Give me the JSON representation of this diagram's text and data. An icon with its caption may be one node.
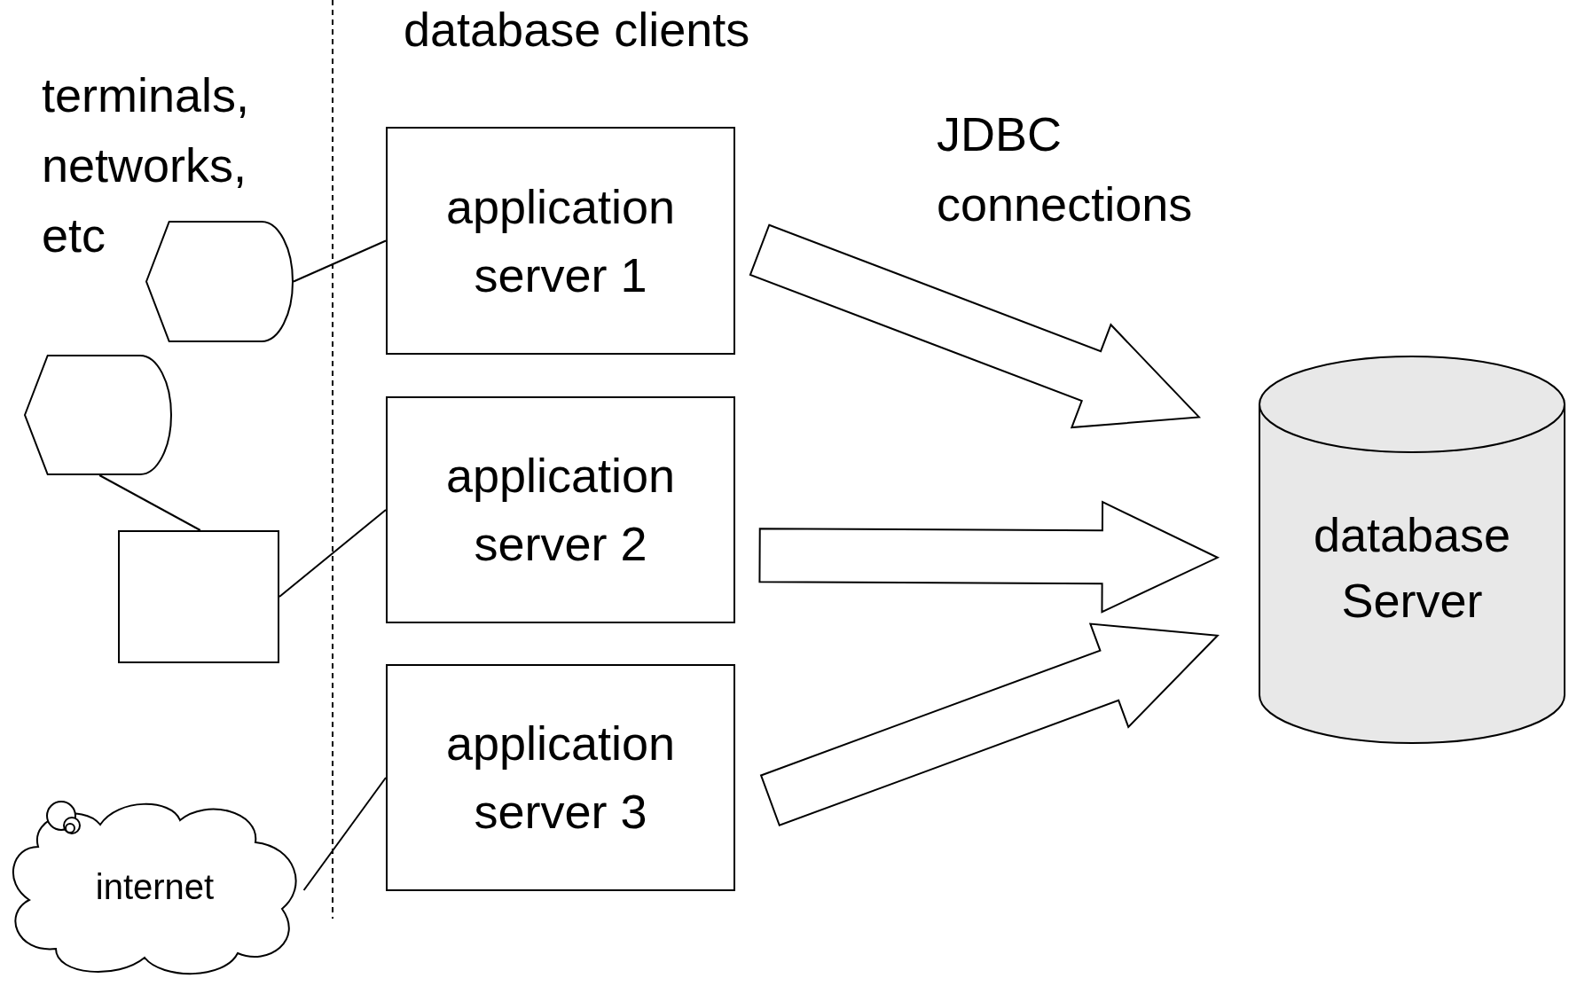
{
  "diagram": {
    "nodes": [
      {
        "text": [],
        "shape": "display"
      },
      {
        "text": [],
        "shape": "display"
      },
      {
        "text": [],
        "shape": "box"
      },
      {
        "text": [
          "internet"
        ]
      },
      {
        "text": [
          "application server 1"
        ]
      },
      {
        "text": [
          "application server 2"
        ]
      },
      {
        "text": [
          "application server 3"
        ]
      },
      {
        "text": [
          "database Server"
        ]
      }
    ],
    "edges": [
      {
        "from": 0,
        "to": 4,
        "arrow": "none"
      },
      {
        "from": 1,
        "to": 2,
        "arrow": "none"
      },
      {
        "from": 2,
        "to": 5,
        "arrow": "none"
      },
      {
        "from": 3,
        "to": 6,
        "arrow": "none"
      },
      {
        "from": 4,
        "to": 7,
        "arrow": "to",
        "style": "thick"
      },
      {
        "from": 5,
        "to": 7,
        "arrow": "to",
        "style": "thick"
      },
      {
        "from": 6,
        "to": 7,
        "arrow": "to",
        "style": "thick"
      }
    ],
    "labels": [
      "database clients",
      "terminals, networks, etc",
      "JDBC connections"
    ]
  }
}
